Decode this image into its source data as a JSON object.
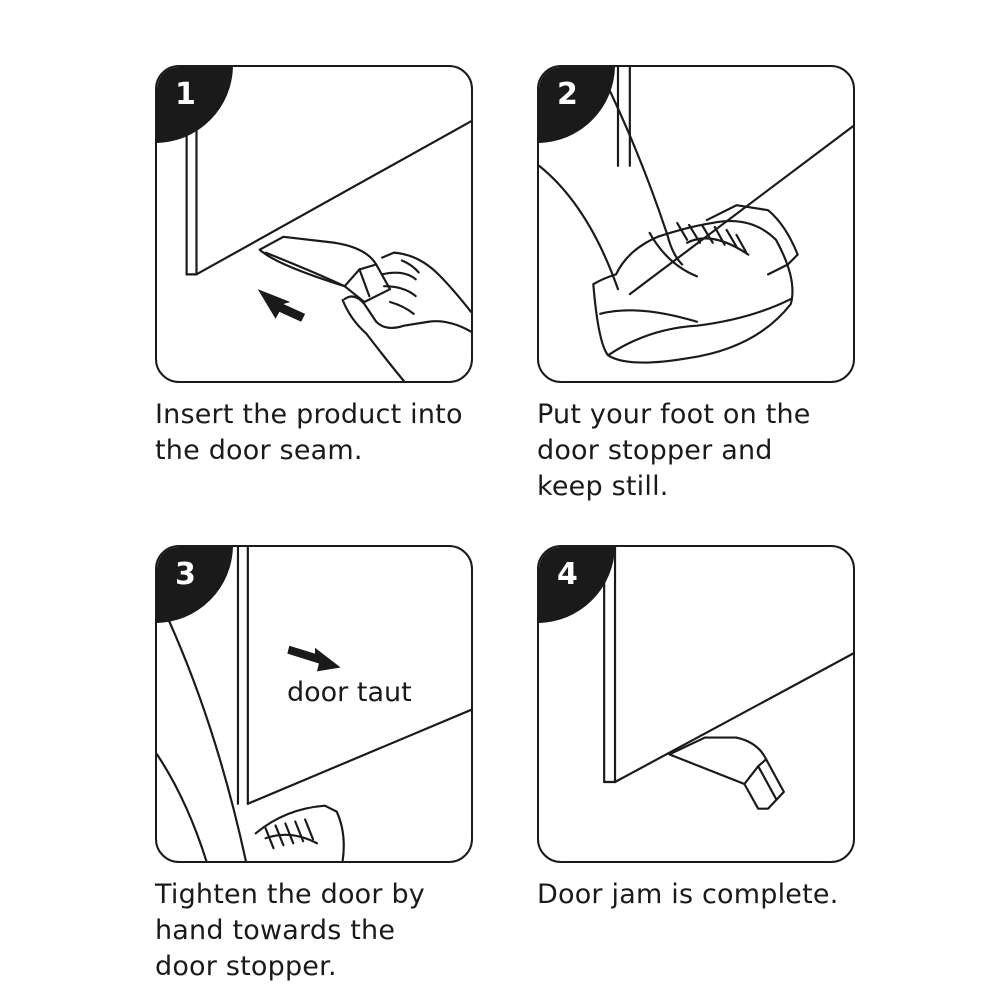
{
  "steps": [
    {
      "number": "1",
      "caption": "Insert the product into\nthe door seam."
    },
    {
      "number": "2",
      "caption": "Put your foot on the\ndoor stopper and\nkeep still."
    },
    {
      "number": "3",
      "caption": "Tighten the door by\nhand towards the\ndoor stopper.",
      "label": "door taut"
    },
    {
      "number": "4",
      "caption": "Door jam is complete."
    }
  ],
  "colors": {
    "ink": "#1a1a1a",
    "background": "#ffffff"
  }
}
